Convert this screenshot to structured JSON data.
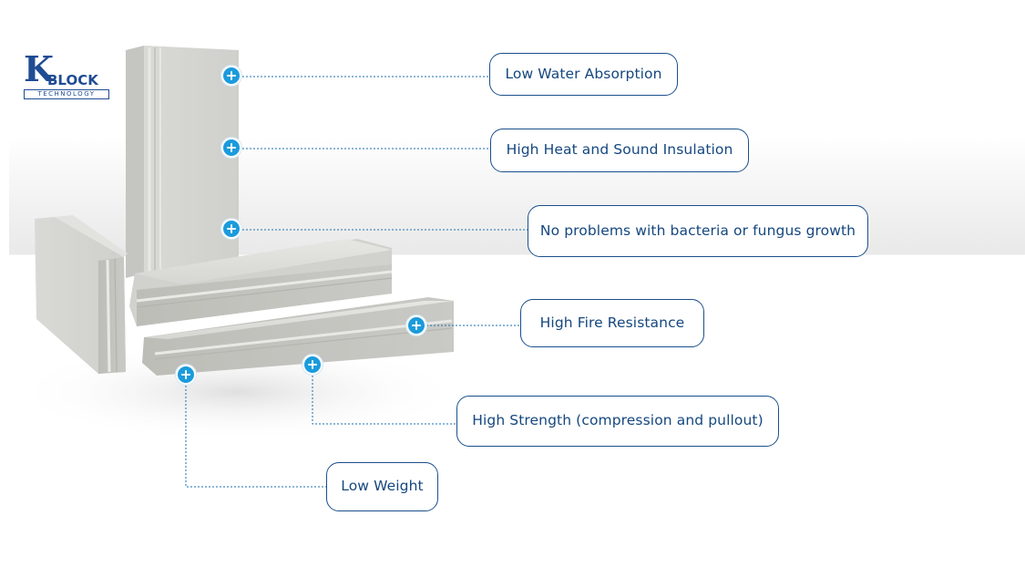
{
  "brand": {
    "logo_k": "K",
    "logo_block": "BLOCK",
    "logo_tagline": "TECHNOLOGY"
  },
  "features": [
    {
      "label": "Low Water Absorption",
      "icon": "plus-icon"
    },
    {
      "label": "High Heat and Sound Insulation",
      "icon": "plus-icon"
    },
    {
      "label": "No problems with bacteria or fungus growth",
      "icon": "plus-icon"
    },
    {
      "label": "High Fire Resistance",
      "icon": "plus-icon"
    },
    {
      "label": "High Strength (compression and pullout)",
      "icon": "plus-icon"
    },
    {
      "label": "Low Weight",
      "icon": "plus-icon"
    }
  ],
  "colors": {
    "accent": "#1b9bdc",
    "border": "#1a4f8c",
    "text": "#14477f"
  }
}
